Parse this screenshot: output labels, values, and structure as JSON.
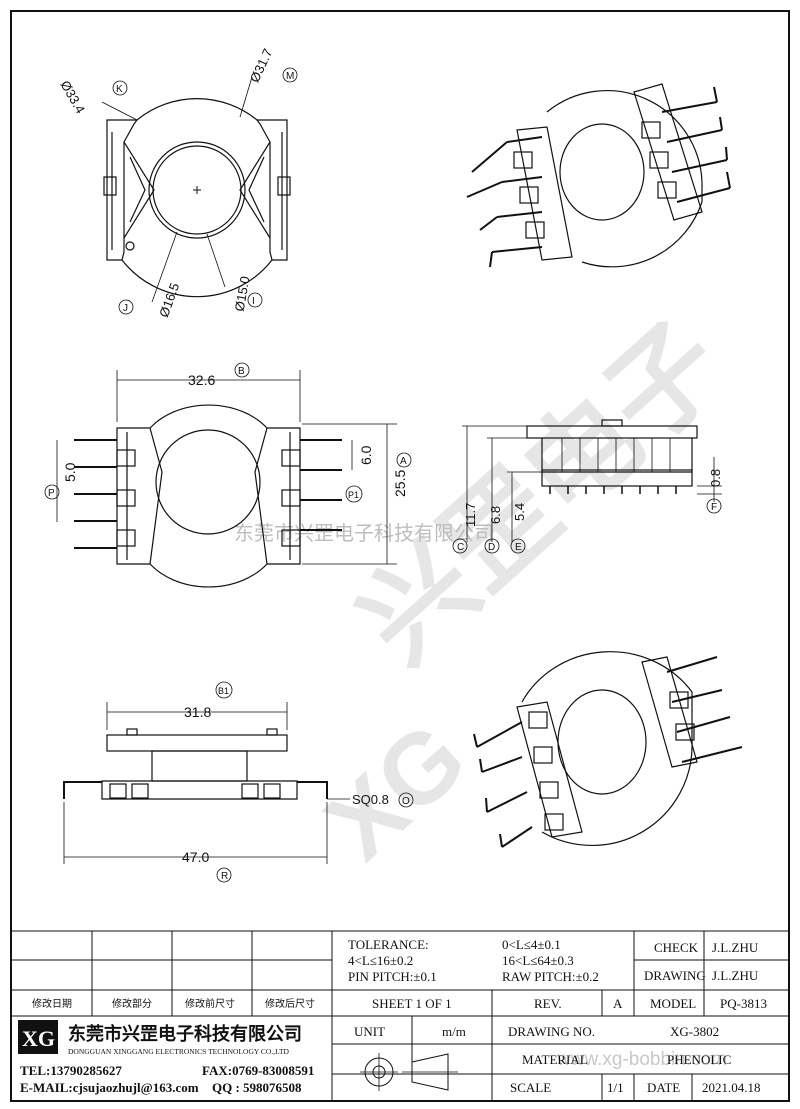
{
  "watermark": {
    "brand_text": "兴罡电子",
    "logo_text": "XG",
    "company_line": "东莞市兴罡电子科技有限公司",
    "website": "www.xg-bobbin.com"
  },
  "drawing": {
    "top_view": {
      "dia_k": "Ø33.4",
      "label_k": "K",
      "dia_m": "Ø31.7",
      "label_m": "M",
      "dia_j": "Ø16.5",
      "label_j": "J",
      "dia_i": "Ø15.0",
      "label_i": "I"
    },
    "front_view": {
      "width_dim": "32.6",
      "label_b": "B",
      "height_dim": "25.5",
      "label_a": "A",
      "pin_pitch_left": "5.0",
      "label_p": "P",
      "pin_pitch_right": "6.0",
      "label_p1": "P1"
    },
    "side_view": {
      "dim_c": "11.7",
      "label_c": "C",
      "dim_d": "6.8",
      "label_d": "D",
      "dim_e": "5.4",
      "label_e": "E",
      "dim_f": "0.8",
      "label_f": "F"
    },
    "bottom_view": {
      "top_dim": "31.8",
      "label_b1": "B1",
      "pin_sq": "SQ0.8",
      "label_o": "O",
      "total_dim": "47.0",
      "label_r": "R"
    }
  },
  "title_block": {
    "revision_headers": [
      "修改日期",
      "修改部分",
      "修改前尺寸",
      "修改后尺寸"
    ],
    "tolerance_label": "TOLERANCE:",
    "tol_1": "0<L≤4±0.1",
    "tol_2": "4<L≤16±0.2",
    "tol_3": "16<L≤64±0.3",
    "pin_pitch": "PIN PITCH:±0.1",
    "raw_pitch": "RAW PITCH:±0.2",
    "check_label": "CHECK",
    "check_value": "J.L.ZHU",
    "drawing_label": "DRAWING",
    "drawing_value": "J.L.ZHU",
    "sheet": "SHEET 1 OF 1",
    "rev_label": "REV.",
    "rev_value": "A",
    "model_label": "MODEL",
    "model_value": "PQ-3813",
    "unit_label": "UNIT",
    "unit_value": "m/m",
    "drawing_no_label": "DRAWING NO.",
    "drawing_no_value": "XG-3802",
    "material_label": "MATERIAL",
    "material_value": "PHENOLIC",
    "scale_label": "SCALE",
    "scale_value": "1/1",
    "date_label": "DATE",
    "date_value": "2021.04.18",
    "company_cn": "东莞市兴罡电子科技有限公司",
    "company_en": "DONGGUAN XINGGANG ELECTRONICS TECHNOLOGY CO.,LTD",
    "logo": "XG",
    "tel": "TEL:13790285627",
    "fax": "FAX:0769-83008591",
    "email": "E-MAIL:cjsujaozhujl@163.com",
    "qq": "QQ : 598076508"
  }
}
